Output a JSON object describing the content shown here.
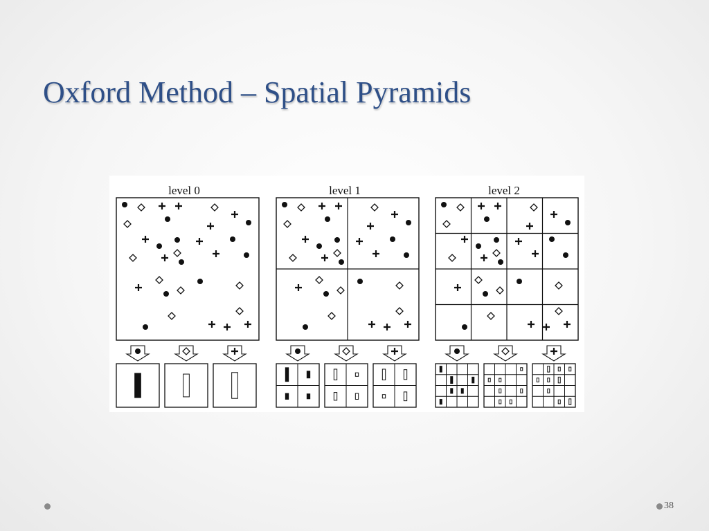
{
  "slide": {
    "title": "Oxford Method – Spatial Pyramids",
    "page_number": "38"
  },
  "figure": {
    "levels": [
      {
        "label": "level 0",
        "grid": 1,
        "histogram_grid": 1
      },
      {
        "label": "level 1",
        "grid": 2,
        "histogram_grid": 2
      },
      {
        "label": "level 2",
        "grid": 4,
        "histogram_grid": 4
      }
    ],
    "feature_types": [
      "dot",
      "diamond",
      "plus"
    ],
    "colors": {
      "stroke": "#111111",
      "title": "#2e4f87",
      "bullet": "#8a8a8a"
    }
  }
}
